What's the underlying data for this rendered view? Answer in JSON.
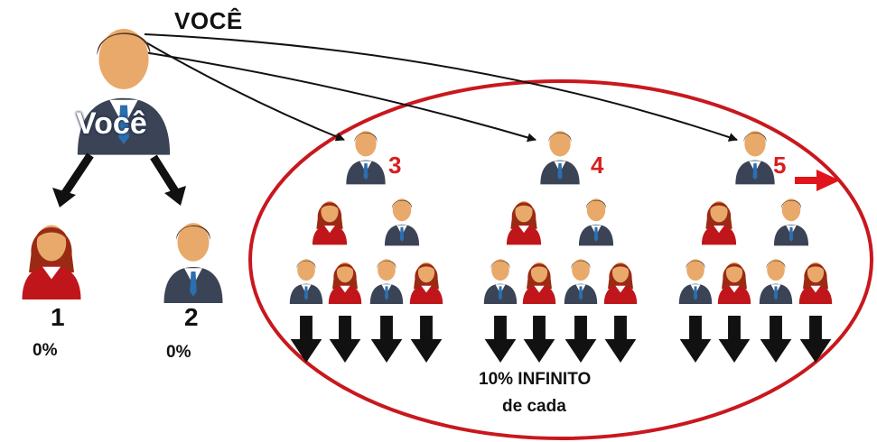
{
  "header": {
    "title": "VOCÊ"
  },
  "you": {
    "label": "Você"
  },
  "direct": [
    {
      "number": "1",
      "percent": "0%"
    },
    {
      "number": "2",
      "percent": "0%"
    }
  ],
  "network": {
    "numbers": [
      "3",
      "4",
      "5"
    ],
    "note_line1": "10% INFINITO",
    "note_line2": "de cada"
  },
  "colors": {
    "ellipse": "#c8181e",
    "accent_red": "#d81f1f",
    "arrow": "#111111",
    "male_suit": "#3b4456",
    "female_shirt": "#c0161b",
    "skin": "#e8a96a"
  }
}
